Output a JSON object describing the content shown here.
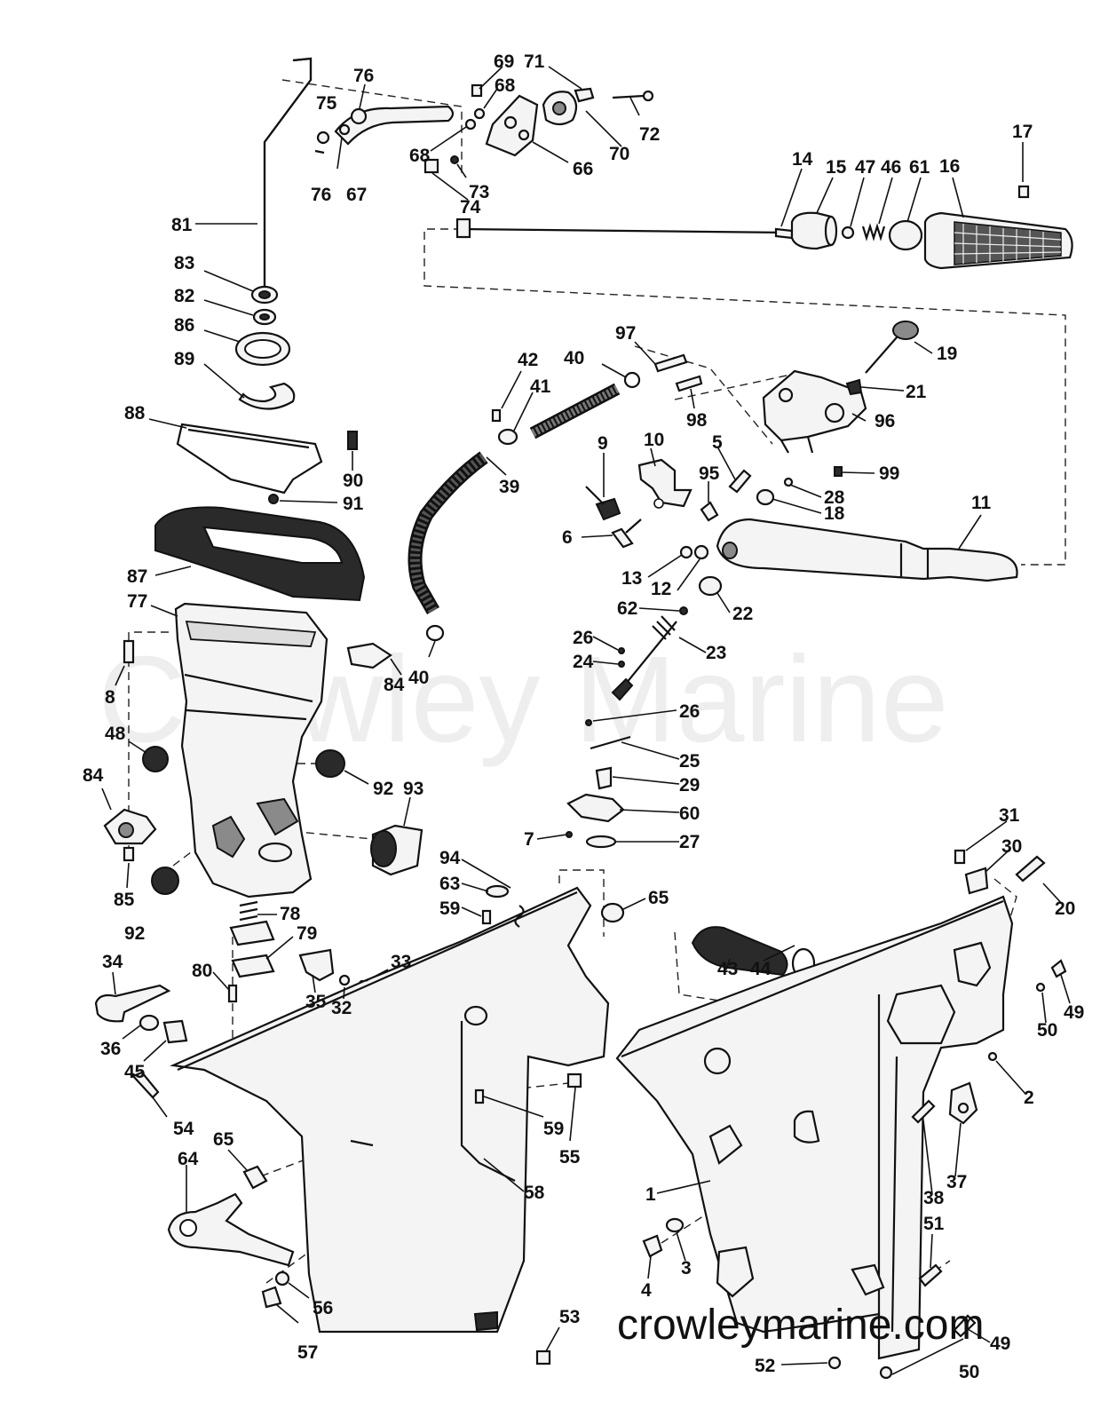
{
  "watermark": "Crowley Marine",
  "site": "crowleymarine.com",
  "callouts": [
    {
      "id": "c69",
      "text": "69"
    },
    {
      "id": "c71",
      "text": "71"
    },
    {
      "id": "c76a",
      "text": "76"
    },
    {
      "id": "c68a",
      "text": "68"
    },
    {
      "id": "c75",
      "text": "75"
    },
    {
      "id": "c72",
      "text": "72"
    },
    {
      "id": "c70",
      "text": "70"
    },
    {
      "id": "c68b",
      "text": "68"
    },
    {
      "id": "c66",
      "text": "66"
    },
    {
      "id": "c76b",
      "text": "76"
    },
    {
      "id": "c67",
      "text": "67"
    },
    {
      "id": "c73",
      "text": "73"
    },
    {
      "id": "c74",
      "text": "74"
    },
    {
      "id": "c17",
      "text": "17"
    },
    {
      "id": "c14",
      "text": "14"
    },
    {
      "id": "c15",
      "text": "15"
    },
    {
      "id": "c47",
      "text": "47"
    },
    {
      "id": "c46",
      "text": "46"
    },
    {
      "id": "c61",
      "text": "61"
    },
    {
      "id": "c16",
      "text": "16"
    },
    {
      "id": "c81",
      "text": "81"
    },
    {
      "id": "c83",
      "text": "83"
    },
    {
      "id": "c82",
      "text": "82"
    },
    {
      "id": "c86",
      "text": "86"
    },
    {
      "id": "c89",
      "text": "89"
    },
    {
      "id": "c88",
      "text": "88"
    },
    {
      "id": "c90",
      "text": "90"
    },
    {
      "id": "c91",
      "text": "91"
    },
    {
      "id": "c87",
      "text": "87"
    },
    {
      "id": "c77",
      "text": "77"
    },
    {
      "id": "c8",
      "text": "8"
    },
    {
      "id": "c84a",
      "text": "84"
    },
    {
      "id": "c48",
      "text": "48"
    },
    {
      "id": "c84b",
      "text": "84"
    },
    {
      "id": "c92a",
      "text": "92"
    },
    {
      "id": "c93",
      "text": "93"
    },
    {
      "id": "c85",
      "text": "85"
    },
    {
      "id": "c92b",
      "text": "92"
    },
    {
      "id": "c78",
      "text": "78"
    },
    {
      "id": "c79",
      "text": "79"
    },
    {
      "id": "c80",
      "text": "80"
    },
    {
      "id": "c34",
      "text": "34"
    },
    {
      "id": "c35",
      "text": "35"
    },
    {
      "id": "c32",
      "text": "32"
    },
    {
      "id": "c33",
      "text": "33"
    },
    {
      "id": "c36",
      "text": "36"
    },
    {
      "id": "c45",
      "text": "45"
    },
    {
      "id": "c54",
      "text": "54"
    },
    {
      "id": "c65a",
      "text": "65"
    },
    {
      "id": "c64",
      "text": "64"
    },
    {
      "id": "c56",
      "text": "56"
    },
    {
      "id": "c57",
      "text": "57"
    },
    {
      "id": "c97",
      "text": "97"
    },
    {
      "id": "c42",
      "text": "42"
    },
    {
      "id": "c40a",
      "text": "40"
    },
    {
      "id": "c41",
      "text": "41"
    },
    {
      "id": "c19",
      "text": "19"
    },
    {
      "id": "c21",
      "text": "21"
    },
    {
      "id": "c98",
      "text": "98"
    },
    {
      "id": "c10",
      "text": "10"
    },
    {
      "id": "c96",
      "text": "96"
    },
    {
      "id": "c9",
      "text": "9"
    },
    {
      "id": "c39",
      "text": "39"
    },
    {
      "id": "c5",
      "text": "5"
    },
    {
      "id": "c99",
      "text": "99"
    },
    {
      "id": "c95",
      "text": "95"
    },
    {
      "id": "c28",
      "text": "28"
    },
    {
      "id": "c18",
      "text": "18"
    },
    {
      "id": "c11",
      "text": "11"
    },
    {
      "id": "c6",
      "text": "6"
    },
    {
      "id": "c13",
      "text": "13"
    },
    {
      "id": "c12",
      "text": "12"
    },
    {
      "id": "c62",
      "text": "62"
    },
    {
      "id": "c22",
      "text": "22"
    },
    {
      "id": "c26a",
      "text": "26"
    },
    {
      "id": "c24",
      "text": "24"
    },
    {
      "id": "c23",
      "text": "23"
    },
    {
      "id": "c40b",
      "text": "40"
    },
    {
      "id": "c26b",
      "text": "26"
    },
    {
      "id": "c25",
      "text": "25"
    },
    {
      "id": "c29",
      "text": "29"
    },
    {
      "id": "c60",
      "text": "60"
    },
    {
      "id": "c7",
      "text": "7"
    },
    {
      "id": "c27",
      "text": "27"
    },
    {
      "id": "c94",
      "text": "94"
    },
    {
      "id": "c63",
      "text": "63"
    },
    {
      "id": "c59a",
      "text": "59"
    },
    {
      "id": "c65b",
      "text": "65"
    },
    {
      "id": "c59b",
      "text": "59"
    },
    {
      "id": "c55",
      "text": "55"
    },
    {
      "id": "c58",
      "text": "58"
    },
    {
      "id": "c53",
      "text": "53"
    },
    {
      "id": "c43",
      "text": "43"
    },
    {
      "id": "c44",
      "text": "44"
    },
    {
      "id": "c31",
      "text": "31"
    },
    {
      "id": "c30",
      "text": "30"
    },
    {
      "id": "c20",
      "text": "20"
    },
    {
      "id": "c49a",
      "text": "49"
    },
    {
      "id": "c50a",
      "text": "50"
    },
    {
      "id": "c2",
      "text": "2"
    },
    {
      "id": "c37",
      "text": "37"
    },
    {
      "id": "c38",
      "text": "38"
    },
    {
      "id": "c1",
      "text": "1"
    },
    {
      "id": "c3",
      "text": "3"
    },
    {
      "id": "c4",
      "text": "4"
    },
    {
      "id": "c51",
      "text": "51"
    },
    {
      "id": "c49b",
      "text": "49"
    },
    {
      "id": "c52",
      "text": "52"
    },
    {
      "id": "c50b",
      "text": "50"
    }
  ]
}
